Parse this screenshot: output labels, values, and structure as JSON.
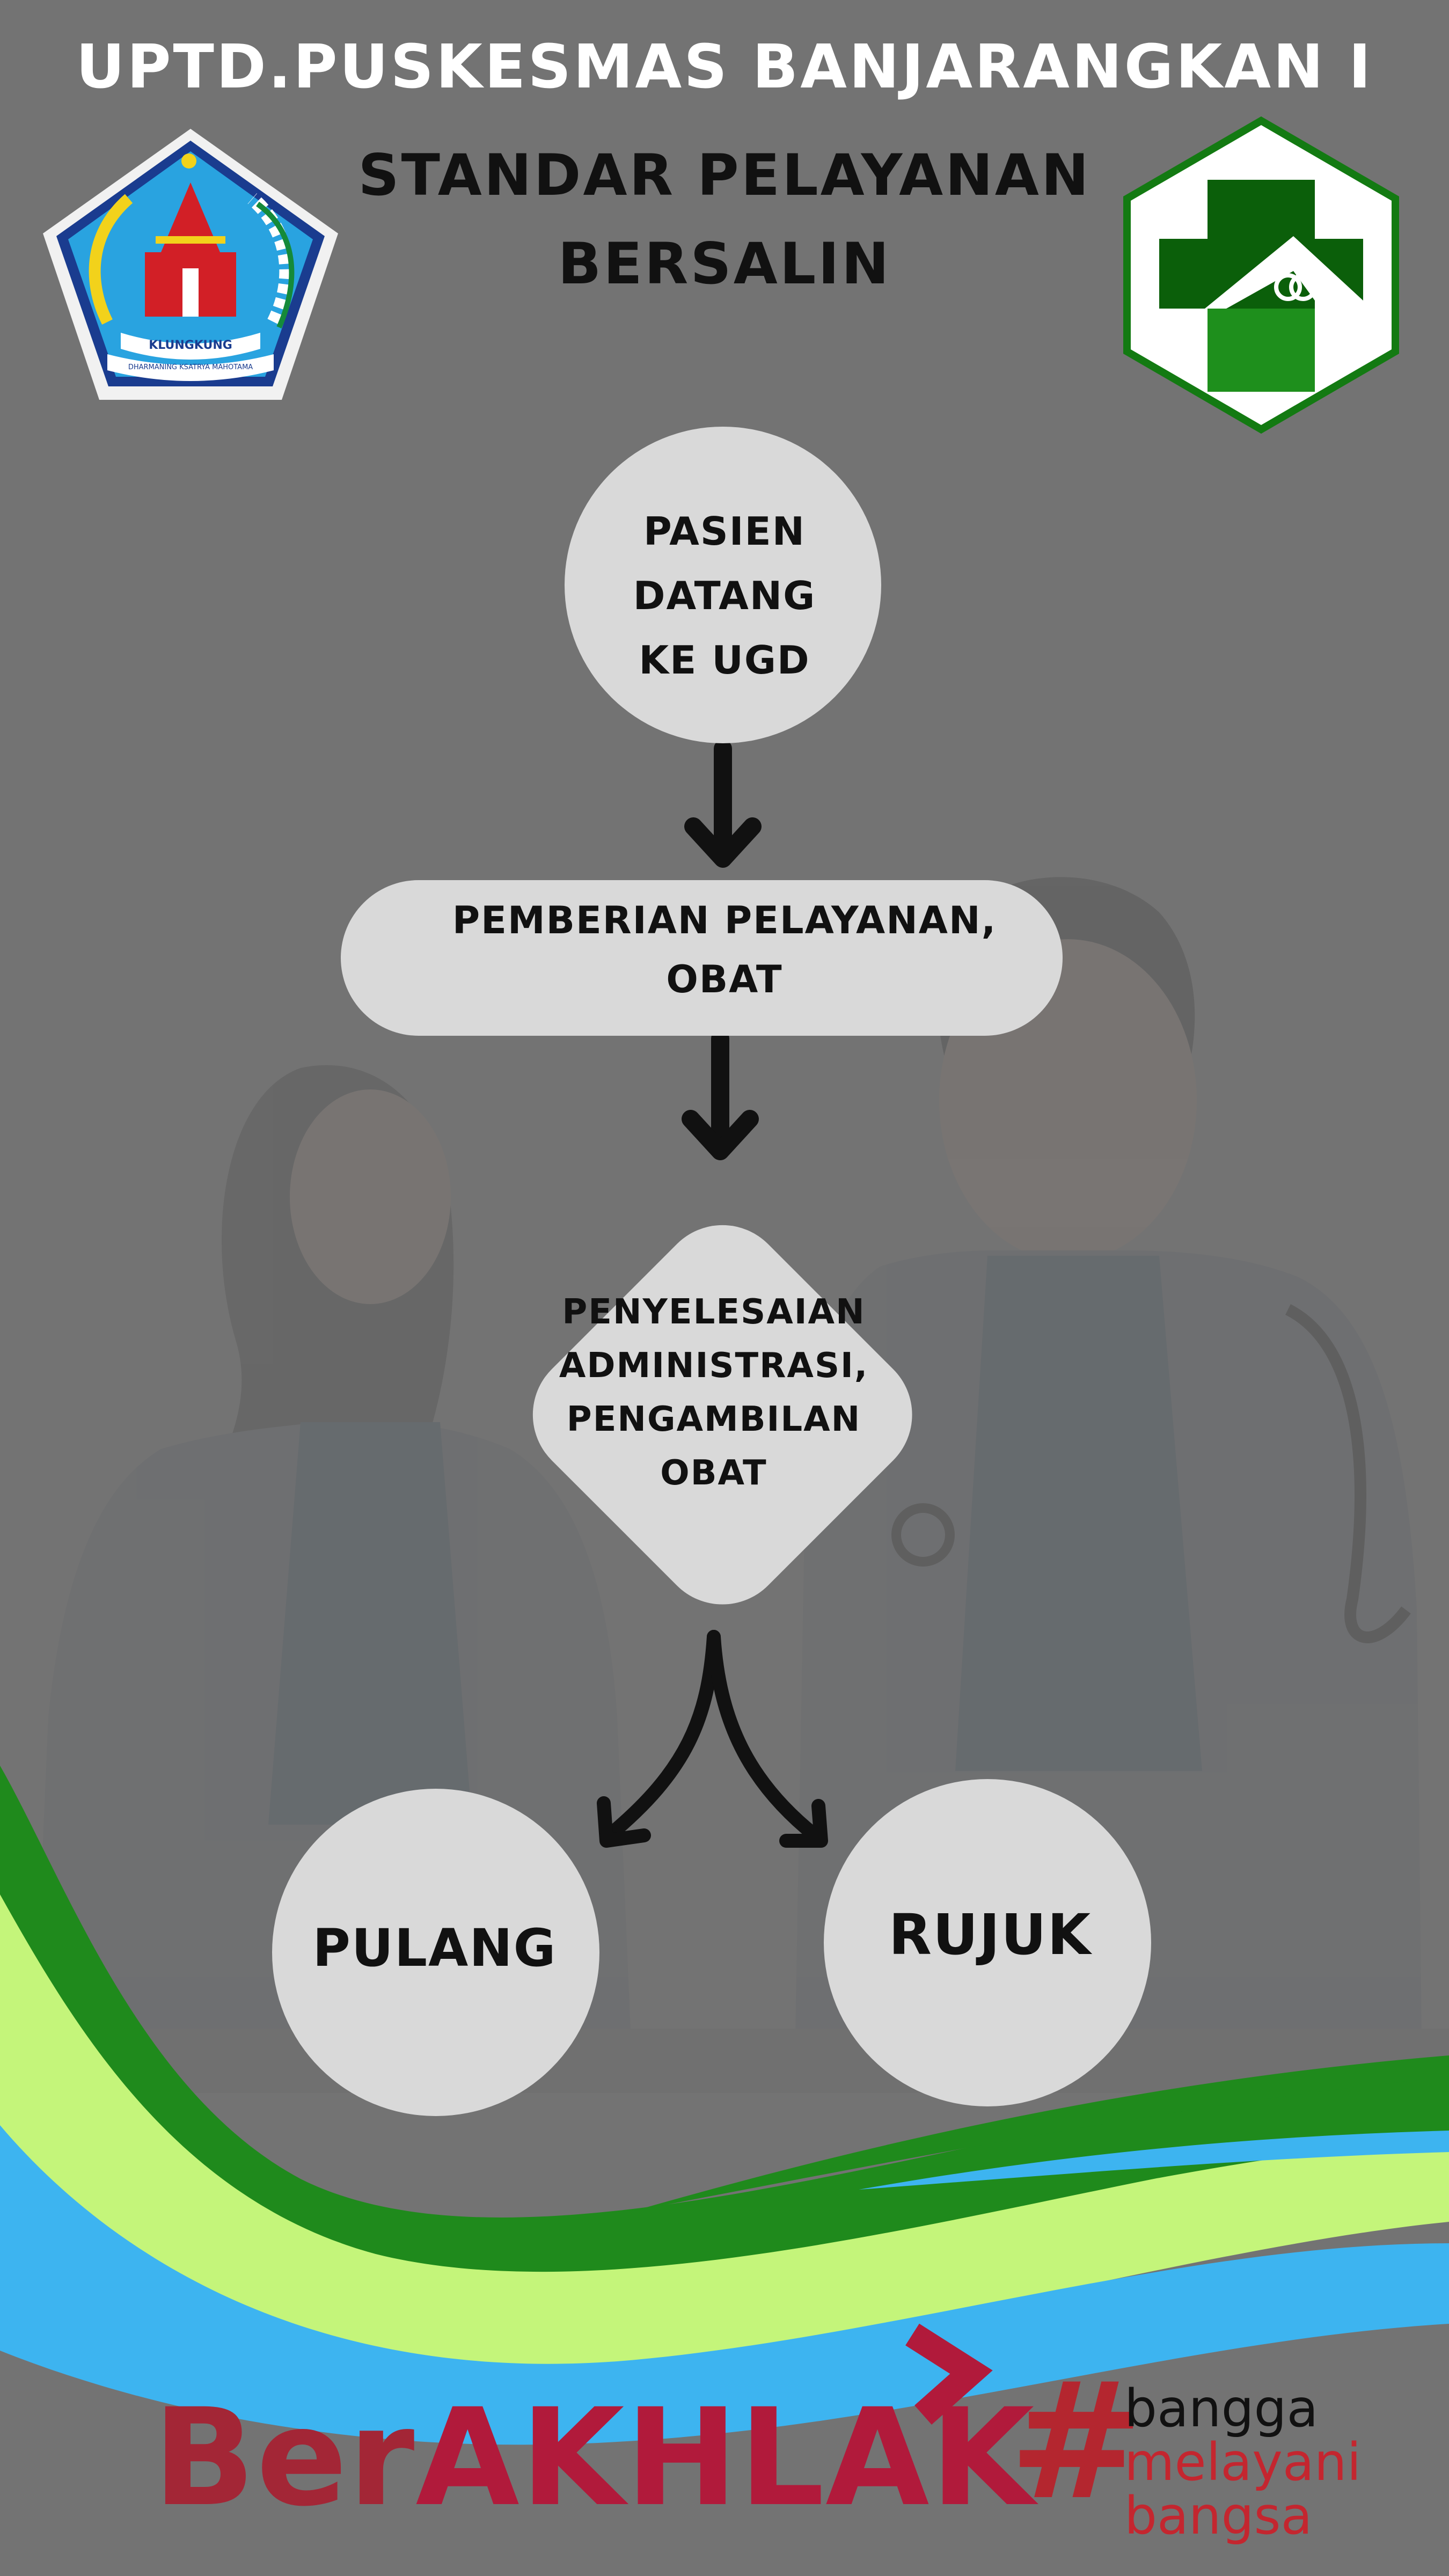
{
  "header": {
    "org_title": "UPTD.PUSKESMAS BANJARANGKAN I",
    "doc_title_lines": [
      "STANDAR PELAYANAN",
      "BERSALIN"
    ],
    "left_logo": {
      "icon": "regency-emblem-icon",
      "banner_text": "KLUNGKUNG",
      "motto_text": "DHARMANING KSATRYA MAHOTAMA"
    },
    "right_logo": {
      "icon": "puskesmas-cross-icon"
    }
  },
  "flowchart": {
    "nodes": [
      {
        "id": "n1",
        "shape": "circle",
        "lines": [
          "PASIEN",
          "DATANG",
          "KE UGD"
        ]
      },
      {
        "id": "n2",
        "shape": "rounded-rectangle",
        "lines": [
          "PEMBERIAN PELAYANAN,",
          "OBAT"
        ]
      },
      {
        "id": "n3",
        "shape": "diamond",
        "lines": [
          "PENYELESAIAN",
          "ADMINISTRASI,",
          "PENGAMBILAN",
          "OBAT"
        ]
      },
      {
        "id": "n4",
        "shape": "circle",
        "lines": [
          "PULANG"
        ]
      },
      {
        "id": "n5",
        "shape": "circle",
        "lines": [
          "RUJUK"
        ]
      }
    ],
    "edges": [
      {
        "from": "n1",
        "to": "n2"
      },
      {
        "from": "n2",
        "to": "n3"
      },
      {
        "from": "n3",
        "to": "n4"
      },
      {
        "from": "n3",
        "to": "n5"
      }
    ]
  },
  "footer": {
    "brand_prefix": "Ber",
    "brand_caps": "AKHLAK",
    "hashtag": "#",
    "slogan_lines": [
      "bangga",
      "melayani",
      "bangsa"
    ]
  },
  "colors": {
    "background": "#737373",
    "node_fill": "#d9d9d9",
    "arrow": "#111111",
    "wave_green_dark": "#1f8a1c",
    "wave_green_light": "#c4f57a",
    "wave_blue": "#3db4f0",
    "brand_red": "#a32636",
    "logo_green": "#137a12"
  }
}
